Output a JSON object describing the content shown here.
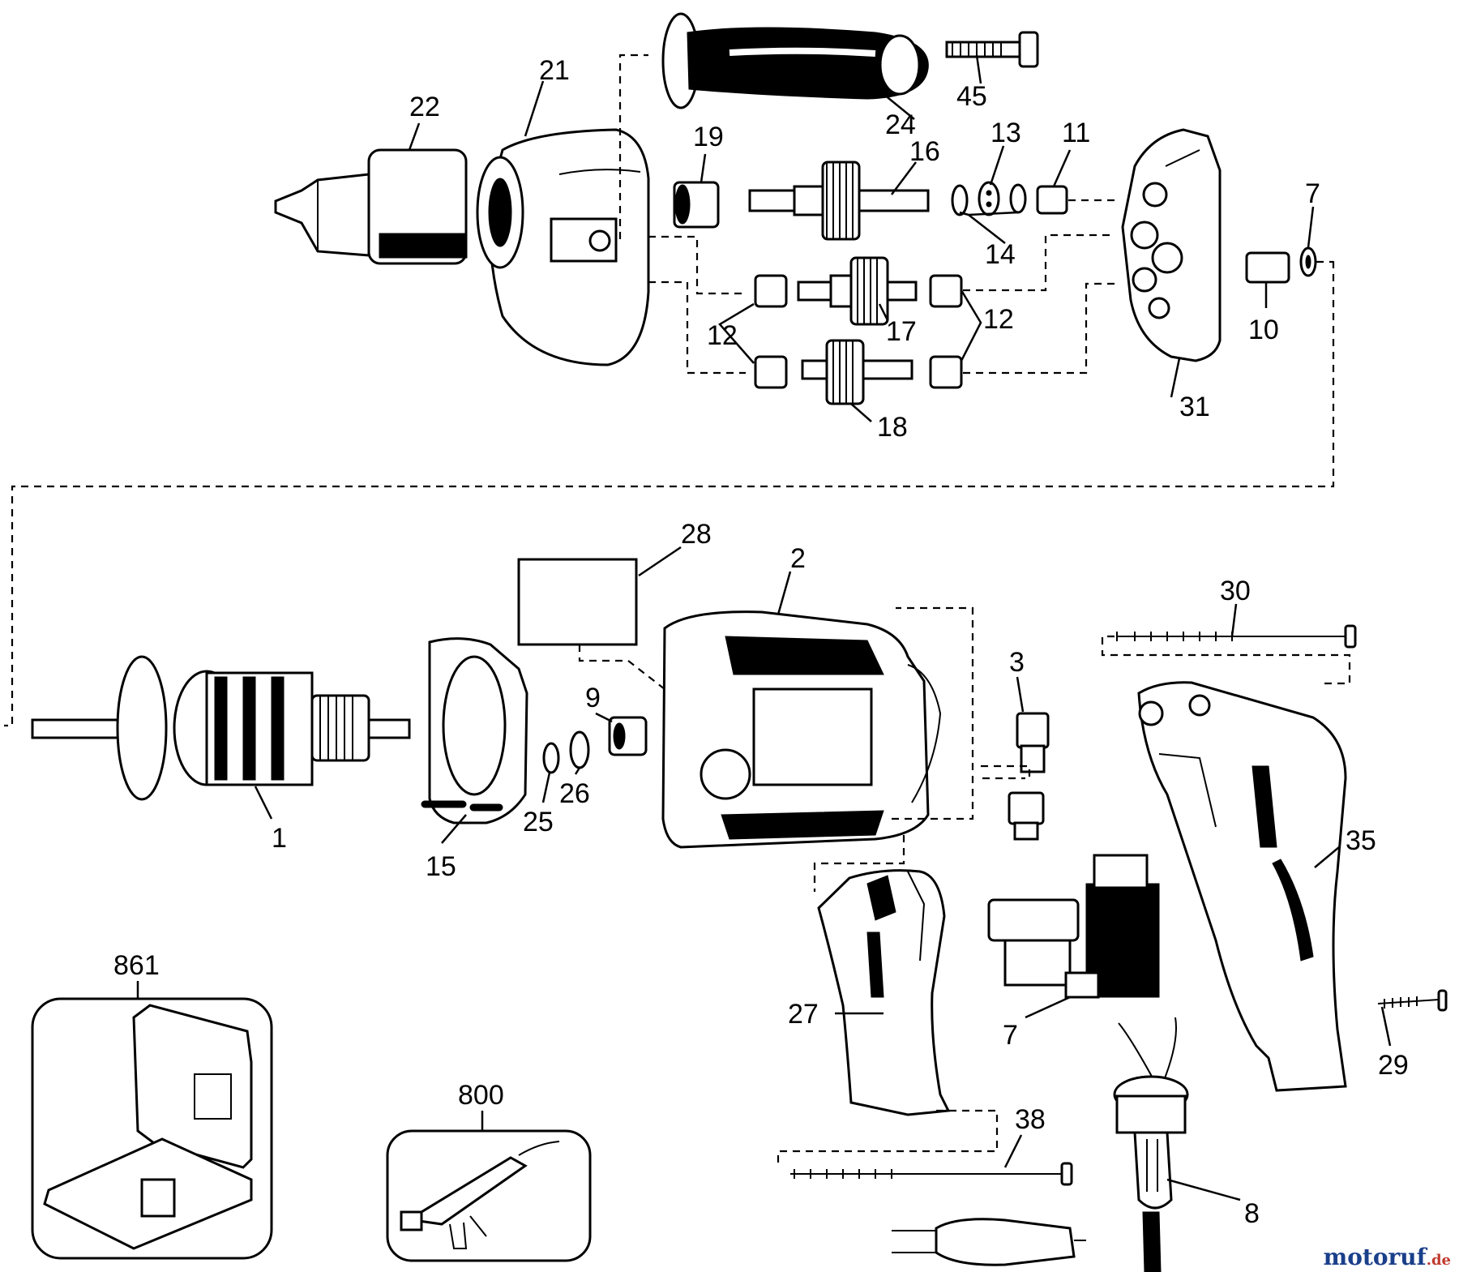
{
  "diagram": {
    "callouts": [
      "22",
      "21",
      "24",
      "45",
      "19",
      "16",
      "13",
      "11",
      "7",
      "14",
      "10",
      "12",
      "17",
      "12",
      "18",
      "31",
      "28",
      "2",
      "30",
      "9",
      "3",
      "25",
      "26",
      "1",
      "15",
      "35",
      "861",
      "27",
      "7",
      "29",
      "800",
      "38",
      "8"
    ],
    "watermark": {
      "brand": "motoruf",
      "tld": ".de",
      "brand_color": "#1a3f8a",
      "tld_color": "#c0392b"
    }
  }
}
